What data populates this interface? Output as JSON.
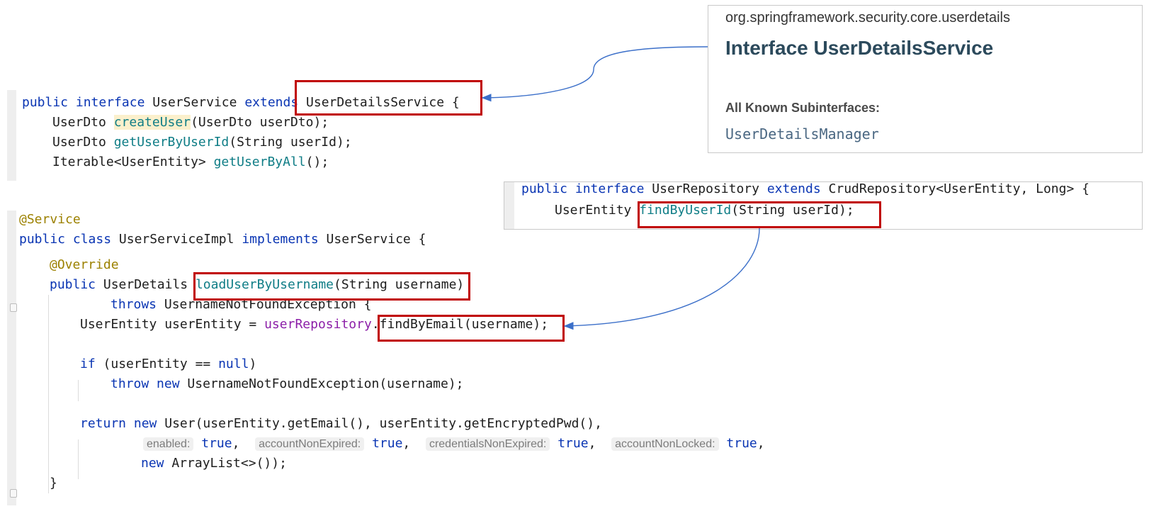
{
  "user_service": {
    "l1": {
      "public": "public",
      "interface": "interface",
      "name": "UserService",
      "extends": "extends",
      "parent": "UserDetailsService {"
    },
    "l2": {
      "type": "UserDto",
      "method": "createUser",
      "params": "(UserDto userDto);"
    },
    "l3": {
      "type": "UserDto",
      "method": "getUserByUserId",
      "params": "(String userId);"
    },
    "l4": {
      "type": "Iterable<UserEntity>",
      "method": "getUserByAll",
      "params": "();"
    }
  },
  "service_impl": {
    "annotation": "@Service",
    "decl": {
      "public": "public",
      "class": "class",
      "name": "UserServiceImpl",
      "implements": "implements",
      "parent": "UserService {"
    },
    "override": "@Override",
    "method_decl": {
      "public": "public",
      "type": "UserDetails",
      "method": "loadUserByUsername",
      "params": "(String username)"
    },
    "throws_line": {
      "throws": "throws",
      "rest": "UsernameNotFoundException {"
    },
    "entity_line": {
      "pre": "UserEntity userEntity = ",
      "field": "userRepository",
      "dot": ".",
      "call": "findByEmail(username);"
    },
    "if_line": {
      "if": "if",
      "open": " (userEntity == ",
      "null": "null",
      "close": ")"
    },
    "throw_line": {
      "throw": "throw",
      "new": "new",
      "rest": "UsernameNotFoundException(username);"
    },
    "return_line": {
      "return": "return",
      "new": "new",
      "rest": "User(userEntity.getEmail(), userEntity.getEncryptedPwd(),"
    },
    "flags_line": [
      {
        "hint": "enabled:",
        "value": "true",
        "sep": ","
      },
      {
        "hint": "accountNonExpired:",
        "value": "true",
        "sep": ","
      },
      {
        "hint": "credentialsNonExpired:",
        "value": "true",
        "sep": ","
      },
      {
        "hint": "accountNonLocked:",
        "value": "true",
        "sep": ","
      }
    ],
    "arraylist_line": {
      "new": "new",
      "rest": "ArrayList<>());"
    },
    "close_brace": "}"
  },
  "javadoc": {
    "package": "org.springframework.security.core.userdetails",
    "title": "Interface UserDetailsService",
    "subinterfaces_label": "All Known Subinterfaces:",
    "subinterface_link": "UserDetailsManager"
  },
  "repository": {
    "l1": {
      "public": "public",
      "interface": "interface",
      "name": "UserRepository",
      "extends": "extends",
      "parent": "CrudRepository<UserEntity, Long> {"
    },
    "l2": {
      "type": "UserEntity",
      "method": "findByUserId",
      "params": "(String userId);"
    }
  },
  "colors": {
    "keyword": "#0a35b3",
    "method": "#0f7d86",
    "annotation": "#9c8100",
    "field": "#8c1fa8",
    "highlight_box": "#c00000",
    "arrow": "#3b6fc9"
  }
}
